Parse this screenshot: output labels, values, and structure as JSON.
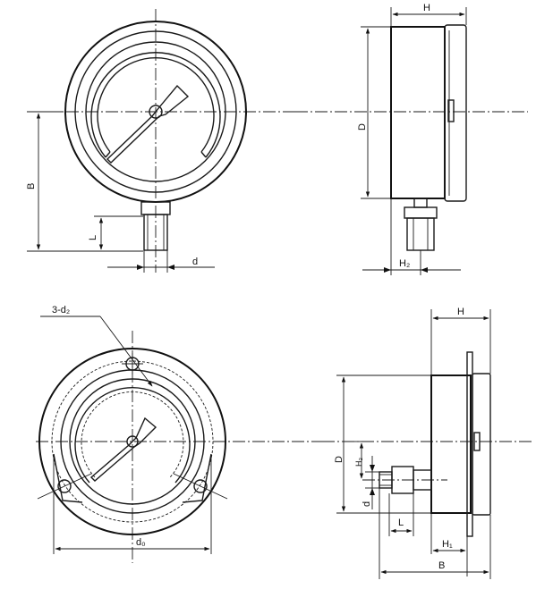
{
  "labels": {
    "top_front_B": "B",
    "top_front_L": "L",
    "top_front_d": "d",
    "top_side_H": "H",
    "top_side_D": "D",
    "top_side_H2": "H₂",
    "bot_front_3d2": "3-d₂",
    "bot_front_d0": "d₀",
    "bot_side_H": "H",
    "bot_side_D": "D",
    "bot_side_H2": "H₂",
    "bot_side_d": "d",
    "bot_side_L": "L",
    "bot_side_H1": "H₁",
    "bot_side_B": "B"
  }
}
